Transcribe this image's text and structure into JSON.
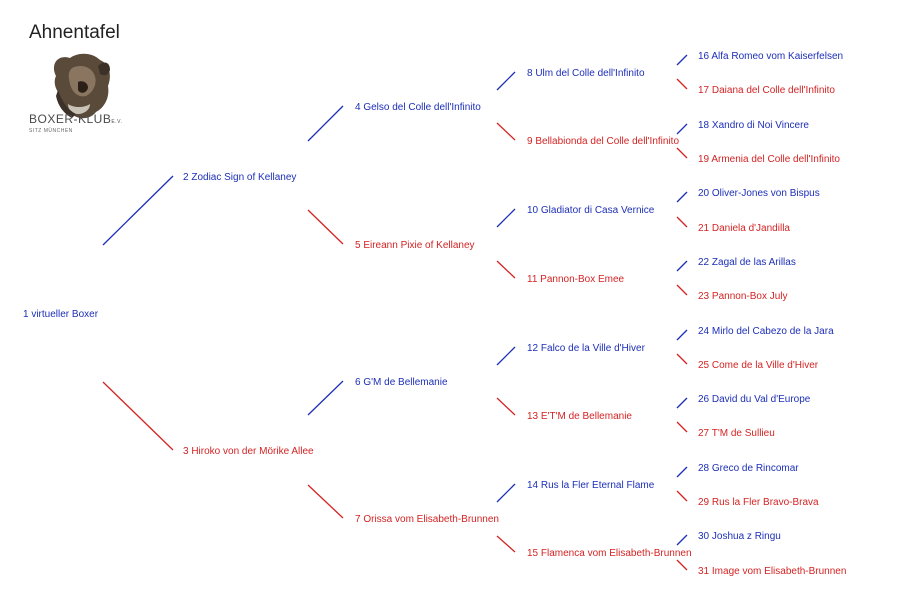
{
  "page": {
    "title": "Ahnentafel"
  },
  "logo": {
    "name": "BOXER-KLUB",
    "suffix": "E.V.",
    "sub": "SITZ MÜNCHEN",
    "icon": "boxer-dog-head-icon"
  },
  "colors": {
    "male": "#1d2fb8",
    "female": "#d42323"
  },
  "ancestors": [
    {
      "id": 1,
      "label": "1 virtueller Boxer",
      "sex": "m"
    },
    {
      "id": 2,
      "label": "2 Zodiac Sign of Kellaney",
      "sex": "m"
    },
    {
      "id": 3,
      "label": "3 Hiroko von der Mörike Allee",
      "sex": "f"
    },
    {
      "id": 4,
      "label": "4 Gelso del Colle dell'Infinito",
      "sex": "m"
    },
    {
      "id": 5,
      "label": "5 Eireann Pixie of Kellaney",
      "sex": "f"
    },
    {
      "id": 6,
      "label": "6 G'M de Bellemanie",
      "sex": "m"
    },
    {
      "id": 7,
      "label": "7 Orissa vom Elisabeth-Brunnen",
      "sex": "f"
    },
    {
      "id": 8,
      "label": "8 Ulm del Colle dell'Infinito",
      "sex": "m"
    },
    {
      "id": 9,
      "label": "9 Bellabionda del Colle dell'Infinito",
      "sex": "f"
    },
    {
      "id": 10,
      "label": "10 Gladiator di Casa Vernice",
      "sex": "m"
    },
    {
      "id": 11,
      "label": "11 Pannon-Box Emee",
      "sex": "f"
    },
    {
      "id": 12,
      "label": "12 Falco de la Ville d'Hiver",
      "sex": "m"
    },
    {
      "id": 13,
      "label": "13 E'T'M de Bellemanie",
      "sex": "f"
    },
    {
      "id": 14,
      "label": "14 Rus la Fler Eternal Flame",
      "sex": "m"
    },
    {
      "id": 15,
      "label": "15 Flamenca vom Elisabeth-Brunnen",
      "sex": "f"
    },
    {
      "id": 16,
      "label": "16 Alfa Romeo vom Kaiserfelsen",
      "sex": "m"
    },
    {
      "id": 17,
      "label": "17 Daiana del Colle dell'Infinito",
      "sex": "f"
    },
    {
      "id": 18,
      "label": "18 Xandro di Noi Vincere",
      "sex": "m"
    },
    {
      "id": 19,
      "label": "19 Armenia del Colle dell'Infinito",
      "sex": "f"
    },
    {
      "id": 20,
      "label": "20 Oliver-Jones von Bispus",
      "sex": "m"
    },
    {
      "id": 21,
      "label": "21 Daniela d'Jandilla",
      "sex": "f"
    },
    {
      "id": 22,
      "label": "22 Zagal de las Arillas",
      "sex": "m"
    },
    {
      "id": 23,
      "label": "23 Pannon-Box July",
      "sex": "f"
    },
    {
      "id": 24,
      "label": "24 Mirlo del Cabezo de la Jara",
      "sex": "m"
    },
    {
      "id": 25,
      "label": "25 Come de la Ville d'Hiver",
      "sex": "f"
    },
    {
      "id": 26,
      "label": "26 David du Val d'Europe",
      "sex": "m"
    },
    {
      "id": 27,
      "label": "27 T'M de Sullieu",
      "sex": "f"
    },
    {
      "id": 28,
      "label": "28 Greco de Rincomar",
      "sex": "m"
    },
    {
      "id": 29,
      "label": "29 Rus la Fler Bravo-Brava",
      "sex": "f"
    },
    {
      "id": 30,
      "label": "30 Joshua z Ringu",
      "sex": "m"
    },
    {
      "id": 31,
      "label": "31 Image vom Elisabeth-Brunnen",
      "sex": "f"
    }
  ]
}
